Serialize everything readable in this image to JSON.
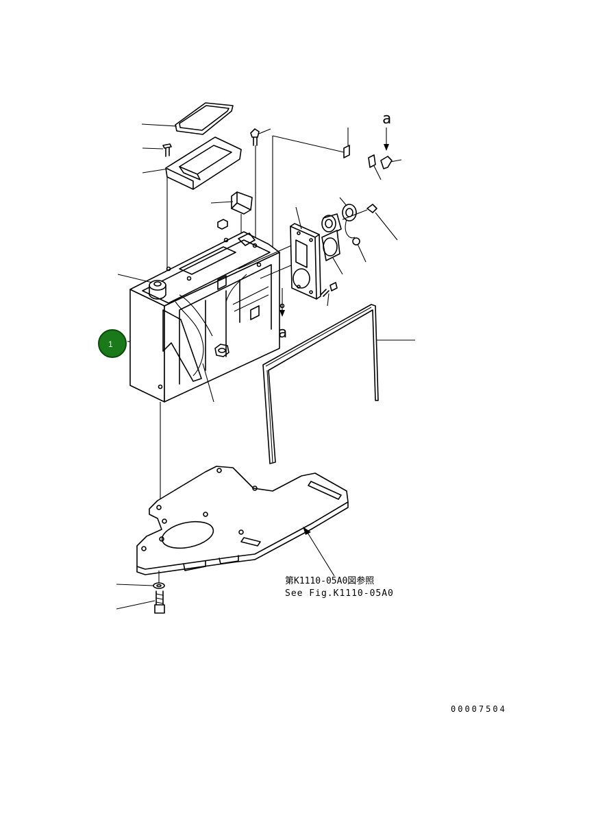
{
  "diagram": {
    "view_label": "a",
    "reference_text_jp": "第K1110-05A0図参照",
    "reference_text_en": "See Fig.K1110-05A0",
    "drawing_number": "00007504",
    "callouts": [
      {
        "number": "1",
        "color": "#1a7a1a"
      }
    ]
  }
}
